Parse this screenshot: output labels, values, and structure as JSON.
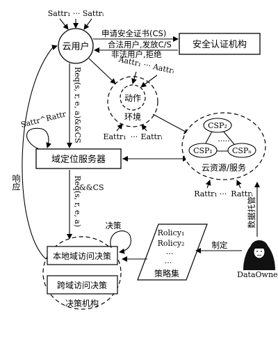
{
  "cloud_user": {
    "label": "云用户",
    "attrs": "Sattr₁ ··· Sattrᵢ"
  },
  "cert_authority": {
    "label": "安全认证机构"
  },
  "cert_flow": {
    "request": "申请安全证书(CS)",
    "issue": "合法用户,发放C/S",
    "reject": "非法用户,拒绝"
  },
  "action": {
    "label": "动作",
    "attrs": "Aattr₁ ··· Aattrᵢ"
  },
  "environment": {
    "label": "环境",
    "attrs_left": "Eattr₁",
    "dots": "···",
    "attrs_right": "Eattrᵢ"
  },
  "request_label_1": "Req(s, r, e, a)&&CS",
  "sattr_rattr": "Sattr^Rattr",
  "domain_server": {
    "label": "域定位服务器"
  },
  "request_label_2": "Req(s, r, e, a)",
  "request_label_2b": "&&CS",
  "response_label": "响应",
  "cloud_resources": {
    "label": "云资源/服务",
    "csp_top": "CSP₂",
    "csp_left": "CSP₁",
    "csp_right": "CSPₙ",
    "dots": "·····",
    "attrs_left": "Rattr₁",
    "attrs_dots": "···",
    "attrs_right": "Rattrᵢ"
  },
  "data_hosting": "数据托管",
  "decision_label": "决策",
  "decision_org": {
    "label": "决策机构",
    "local": "本地域访问决策",
    "cross": "跨域访问决策"
  },
  "policy_set": {
    "items": [
      "Rolicy₁",
      "Rolicy₂",
      "···",
      "···"
    ],
    "label": "策略集"
  },
  "make_label": "制定",
  "data_owner": {
    "label": "DataOwner"
  }
}
